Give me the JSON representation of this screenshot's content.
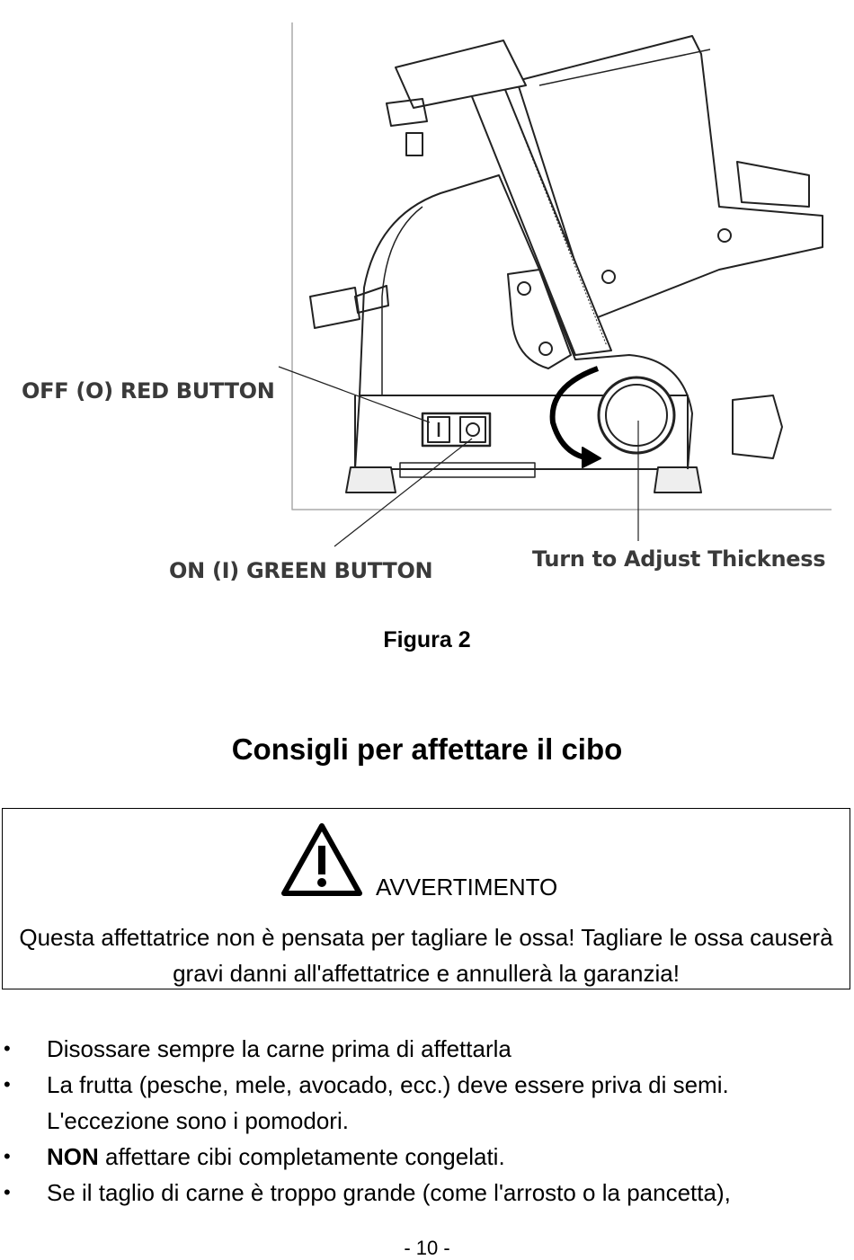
{
  "figure": {
    "callouts": {
      "off_button": "OFF (O) RED BUTTON",
      "on_button": "ON (I) GREEN BUTTON",
      "thickness": "Turn to Adjust Thickness"
    }
  },
  "caption": "Figura 2",
  "section_title": "Consigli per affettare il cibo",
  "warning": {
    "icon": "warning-triangle-icon",
    "heading": "AVVERTIMENTO",
    "text": "Questa affettatrice non è pensata per tagliare le ossa! Tagliare le ossa causerà gravi danni all'affettatrice e annullerà la garanzia!"
  },
  "tips": [
    {
      "text": "Disossare sempre la carne prima di affettarla"
    },
    {
      "text": "La frutta (pesche, mele, avocado, ecc.) deve essere priva di semi. L'eccezione sono i pomodori."
    },
    {
      "bold": "NON",
      "text": " affettare cibi completamente congelati."
    },
    {
      "text": "Se il taglio di carne è troppo grande (come l'arrosto o la pancetta),"
    }
  ],
  "page_number": "- 10 -"
}
